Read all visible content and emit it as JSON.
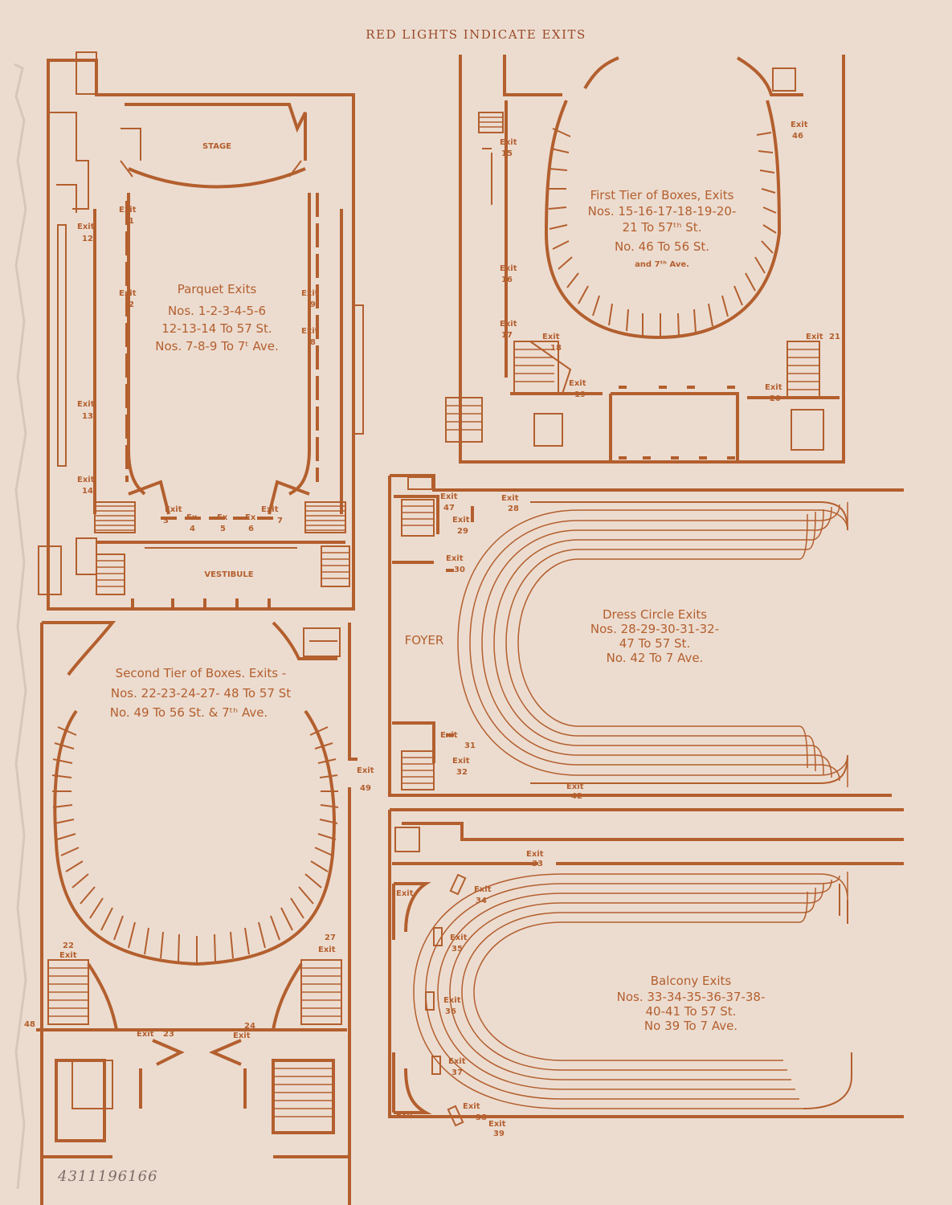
{
  "header": "RED LIGHTS INDICATE EXITS",
  "handnote": "4311196166",
  "parquet": {
    "stage": "STAGE",
    "vestibule": "VESTIBULE",
    "title": "Parquet Exits",
    "lines": [
      "Nos. 1-2-3-4-5-6",
      "12-13-14 To 57 St.",
      "Nos. 7-8-9 To 7ᵗ Ave."
    ],
    "exits": [
      {
        "label": "Exit",
        "num": "1"
      },
      {
        "label": "Exit",
        "num": "2"
      },
      {
        "label": "Exit",
        "num": "3"
      },
      {
        "label": "Ex",
        "num": "4"
      },
      {
        "label": "Ex",
        "num": "5"
      },
      {
        "label": "Ex",
        "num": "6"
      },
      {
        "label": "Exit",
        "num": "7"
      },
      {
        "label": "Exit",
        "num": "8"
      },
      {
        "label": "Exit",
        "num": "9"
      },
      {
        "label": "Exit",
        "num": "12"
      },
      {
        "label": "Exit",
        "num": "13"
      },
      {
        "label": "Exit",
        "num": "14"
      }
    ]
  },
  "first_tier": {
    "lines": [
      "First Tier of Boxes, Exits",
      "Nos. 15-16-17-18-19-20-",
      "21 To 57ᵗʰ St.",
      "No. 46 To 56 St.",
      "and 7ᵗʰ Ave."
    ],
    "exits": [
      {
        "label": "Exit",
        "num": "15"
      },
      {
        "label": "Exit",
        "num": "16"
      },
      {
        "label": "Exit",
        "num": "17"
      },
      {
        "label": "Exit",
        "num": "18"
      },
      {
        "label": "Exit",
        "num": "19"
      },
      {
        "label": "Exit",
        "num": "20"
      },
      {
        "label": "Exit",
        "num": "21"
      },
      {
        "label": "Exit",
        "num": "46"
      }
    ]
  },
  "second_tier": {
    "lines": [
      "Second Tier of Boxes. Exits -",
      "Nos. 22-23-24-27- 48 To 57 St",
      "No. 49 To 56 St. & 7ᵗʰ Ave."
    ],
    "exits": [
      {
        "label": "Exit",
        "num": "22"
      },
      {
        "label": "Exit",
        "num": "23"
      },
      {
        "label": "Exit",
        "num": "24"
      },
      {
        "label": "Exit",
        "num": "27"
      },
      {
        "label": "Exit",
        "num": "49"
      },
      {
        "label": "",
        "num": "48"
      }
    ]
  },
  "dress_circle": {
    "foyer": "FOYER",
    "lines": [
      "Dress Circle Exits",
      "Nos. 28-29-30-31-32-",
      "47 To 57 St.",
      "No. 42 To 7 Ave."
    ],
    "exits": [
      {
        "label": "Exit",
        "num": "28"
      },
      {
        "label": "Exit",
        "num": "29"
      },
      {
        "label": "Exit",
        "num": "30"
      },
      {
        "label": "Exit",
        "num": "31"
      },
      {
        "label": "Exit",
        "num": "32"
      },
      {
        "label": "Exit",
        "num": "42"
      },
      {
        "label": "Exit",
        "num": "47"
      }
    ]
  },
  "balcony": {
    "lines": [
      "Balcony Exits",
      "Nos. 33-34-35-36-37-38-",
      "40-41 To 57 St.",
      "No 39 To 7 Ave."
    ],
    "exits": [
      {
        "label": "Exit",
        "num": "33"
      },
      {
        "label": "Exit",
        "num": "34"
      },
      {
        "label": "Exit",
        "num": "35"
      },
      {
        "label": "Exit",
        "num": "36"
      },
      {
        "label": "Exit",
        "num": "37"
      },
      {
        "label": "Exit",
        "num": "38"
      },
      {
        "label": "Exit",
        "num": "39"
      },
      {
        "label": "Exit",
        "num": ""
      },
      {
        "label": "Exit",
        "num": ""
      }
    ]
  },
  "colors": {
    "ink": "#b35f2e",
    "paper": "#ecdcd0"
  }
}
